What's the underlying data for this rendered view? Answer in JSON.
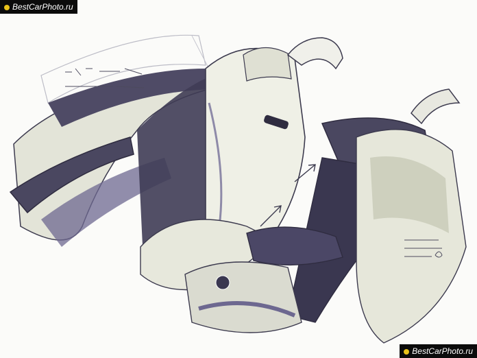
{
  "watermark": {
    "top_text": "BestCarPhoto.ru",
    "bottom_text": "BestCarPhoto.ru"
  },
  "illustration": {
    "kind": "car-interior-design-sketch",
    "palette": {
      "background": "#fbfbf9",
      "shell": "#4a4760",
      "shell_dark": "#2f2c40",
      "accent": "#7b74a8",
      "cushion": "#e7e8dc",
      "cushion_shadow": "#c9cbb8",
      "line": "#3c3a4e"
    }
  }
}
